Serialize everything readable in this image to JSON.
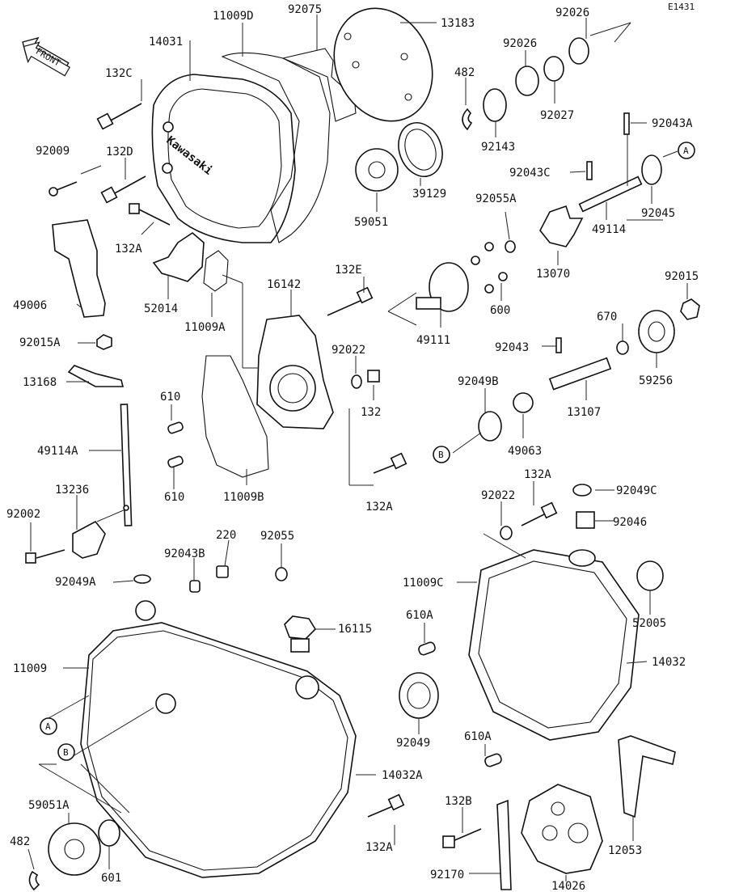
{
  "drawing_code": "E1431",
  "front_arrow": {
    "text": "FRONT",
    "icon": "front-arrow-icon"
  },
  "callouts": {
    "A": "A",
    "B": "B"
  },
  "parts": {
    "p14031": "14031",
    "p11009D": "11009D",
    "p92075": "92075",
    "p13183": "13183",
    "p92026_top": "92026",
    "p92026": "92026",
    "p132C": "132C",
    "p482_top": "482",
    "p92027": "92027",
    "p92143": "92143",
    "p92043A": "92043A",
    "p92009": "92009",
    "p132D": "132D",
    "p39129": "39129",
    "p59051": "59051",
    "p92043C": "92043C",
    "p92045": "92045",
    "p49114": "49114",
    "p92055A": "92055A",
    "p132A_1": "132A",
    "p52014": "52014",
    "p13070": "13070",
    "p132E": "132E",
    "p16142": "16142",
    "p92015": "92015",
    "p49006": "49006",
    "p11009A": "11009A",
    "p600": "600",
    "p670": "670",
    "p49111": "49111",
    "p92015A": "92015A",
    "p92022_1": "92022",
    "p92043": "92043",
    "p13168": "13168",
    "p59256": "59256",
    "p610_1": "610",
    "p132": "132",
    "p92049B": "92049B",
    "p13107": "13107",
    "p49063": "49063",
    "p49114A": "49114A",
    "p13236": "13236",
    "p610_2": "610",
    "p11009B": "11009B",
    "p132A_2": "132A",
    "p132A_3": "132A",
    "p92049C": "92049C",
    "p92002": "92002",
    "p92022_2": "92022",
    "p92046": "92046",
    "p220": "220",
    "p92043B": "92043B",
    "p92055": "92055",
    "p92049A": "92049A",
    "p11009C": "11009C",
    "p52005": "52005",
    "p610A_1": "610A",
    "p16115": "16115",
    "p14032": "14032",
    "p11009": "11009",
    "p92049": "92049",
    "p610A_2": "610A",
    "p14032A": "14032A",
    "p59051A": "59051A",
    "p132B": "132B",
    "p12053": "12053",
    "p482_bottom": "482",
    "p601": "601",
    "p132A_4": "132A",
    "p92170": "92170",
    "p14026": "14026"
  },
  "cover_logo_text": "Kawasaki"
}
